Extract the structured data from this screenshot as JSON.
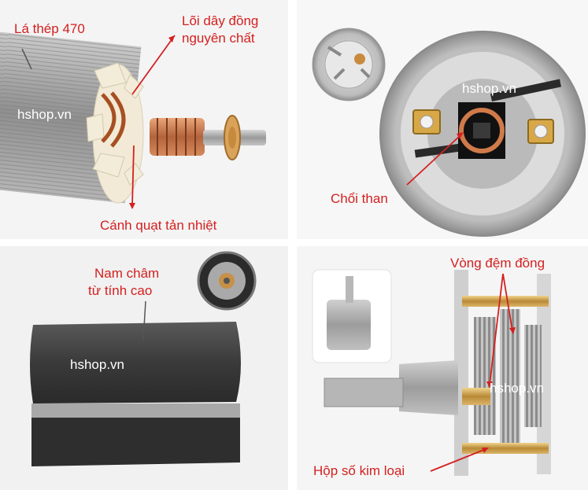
{
  "watermark": "hshop.vn",
  "colors": {
    "label": "#d42020",
    "watermark": "#ffffff"
  },
  "panels": {
    "armature": {
      "labels": {
        "steel": "Lá thép 470",
        "copper_1": "Lõi dây đồng",
        "copper_2": "nguyên chất",
        "fan": "Cánh quạt tản nhiệt"
      }
    },
    "brushes": {
      "labels": {
        "brush": "Chổi than"
      }
    },
    "magnet": {
      "labels": {
        "magnet_1": "Nam châm",
        "magnet_2": "từ tính cao"
      }
    },
    "gearbox": {
      "labels": {
        "washer": "Vòng đệm đồng",
        "gearbox": "Hộp số kim loại"
      }
    }
  }
}
